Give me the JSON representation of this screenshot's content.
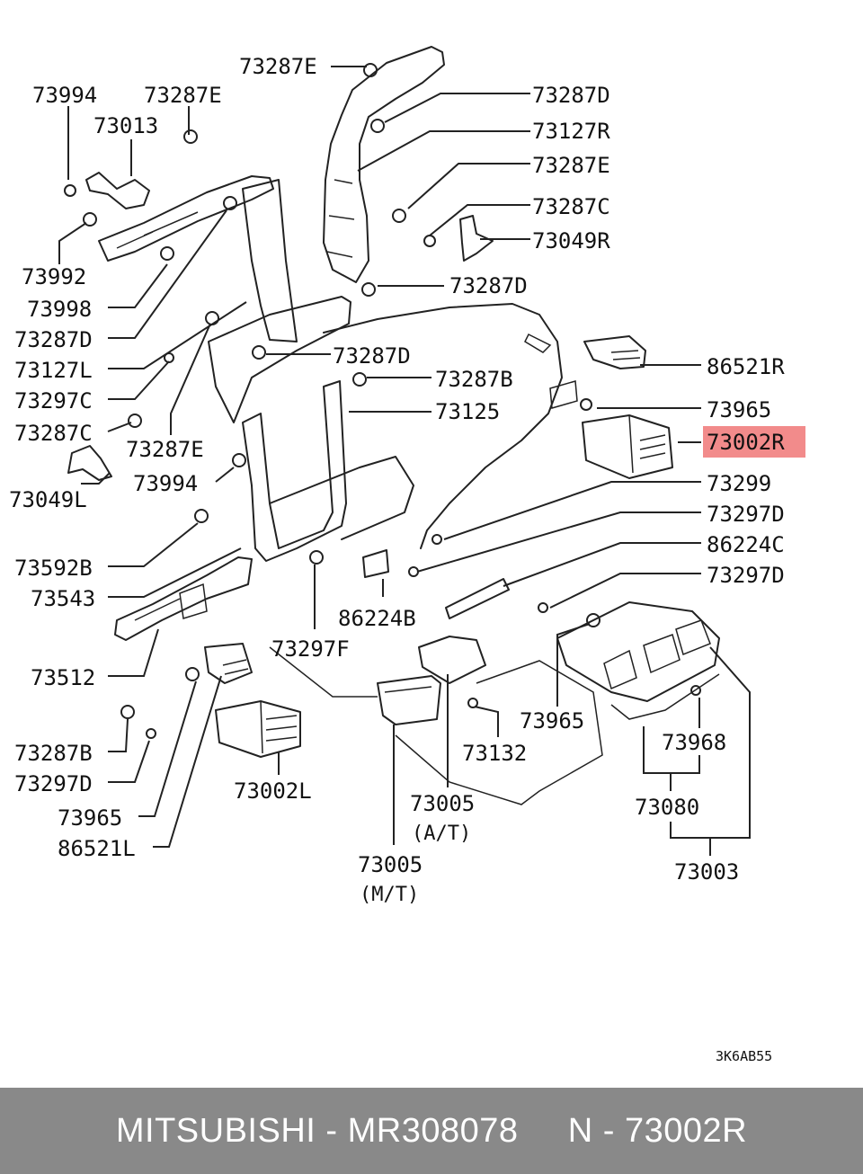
{
  "diagram": {
    "labels": [
      "73287E",
      "73994",
      "73287E",
      "73013",
      "73287D",
      "73127R",
      "73287E",
      "73287C",
      "73049R",
      "73992",
      "73287D",
      "73998",
      "73287D",
      "73287D",
      "73127L",
      "73287B",
      "73297C",
      "73125",
      "73287C",
      "73287E",
      "86521R",
      "73965",
      "73002R",
      "73049L",
      "73994",
      "73299",
      "73297D",
      "86224C",
      "73592B",
      "73297D",
      "73543",
      "86224B",
      "73297F",
      "73512",
      "73965",
      "73287B",
      "73132",
      "73968",
      "73297D",
      "73002L",
      "73005",
      "73080",
      "73965",
      "86521L",
      "73005",
      "73003"
    ],
    "sub_labels": [
      "(A/T)",
      "(M/T)"
    ],
    "highlighted_part": "73002R",
    "highlight_color": "#f28b8b",
    "drawing_code": "3K6AB55"
  },
  "footer": {
    "text": "MITSUBISHI - MR308078     N - 73002R",
    "background": "#898989",
    "color": "#ffffff"
  }
}
